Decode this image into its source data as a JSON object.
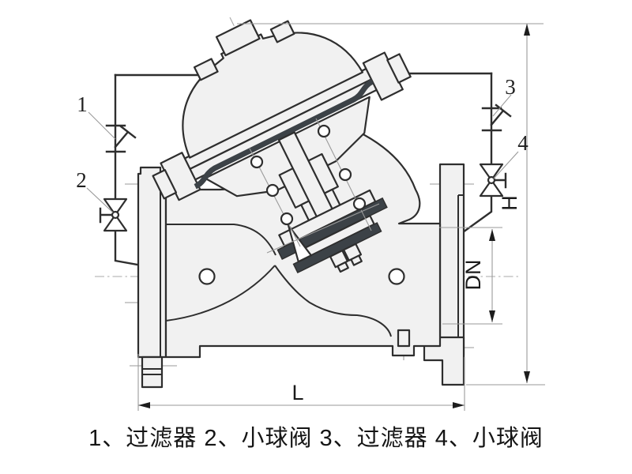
{
  "diagram": {
    "type": "valve-installation-cross-section",
    "caption": "1、过滤器 2、小球阀 3、过滤器 4、小球阀",
    "callouts": [
      {
        "number": "1",
        "component": "过滤器"
      },
      {
        "number": "2",
        "component": "小球阀"
      },
      {
        "number": "3",
        "component": "过滤器"
      },
      {
        "number": "4",
        "component": "小球阀"
      }
    ],
    "dimensions": {
      "height": "H",
      "nominal_diameter": "DN",
      "face_to_face_length": "L"
    },
    "colors": {
      "outline": "#2e2e2e",
      "body_fill": "#f1f1f1",
      "seal_dark": "#3c4247",
      "centerline_gray": "#9a9a9a",
      "label_text": "#1a1a1a",
      "background": "#ffffff"
    }
  }
}
